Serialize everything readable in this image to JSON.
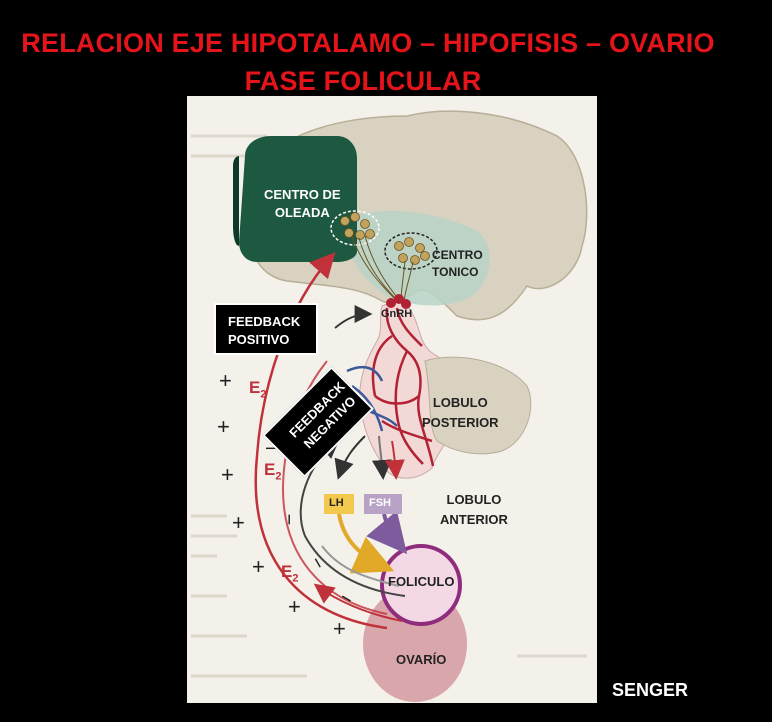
{
  "title_line1": "RELACION  EJE  HIPOTALAMO – HIPOFISIS – OVARIO",
  "title_line2": "FASE   FOLICULAR",
  "credit": "SENGER",
  "labels": {
    "centro_oleada": "CENTRO DE\nOLEADA",
    "centro_tonico": "CENTRO\nTONICO",
    "gnrh": "GnRH",
    "lobulo_posterior": "LOBULO\nPOSTERIOR",
    "lobulo_anterior": "LOBULO\nANTERIOR",
    "lh": "LH",
    "fsh": "FSH",
    "foliculo": "FOLICULO",
    "ovario": "OVARÍO",
    "feedback_positivo": "FEEDBACK\nPOSITIVO",
    "feedback_negativo": "FEEDBACK\nNEGATIVO",
    "e2": "E",
    "e2_sub": "2",
    "plus": "+",
    "minus": "−"
  },
  "colors": {
    "title": "#e5141b",
    "background": "#000000",
    "paper": "#f4f1ea",
    "hypothalamus": "#d9d2c1",
    "surge_center": "#1d5940",
    "tonic_center": "#b7d3c7",
    "ovary": "#d9a7ab",
    "follicle_ring": "#8e2d7d",
    "lh_box": "#f2c94c",
    "fsh_box": "#b8a3c6",
    "arrow_red": "#c0313a",
    "vessel_red": "#b22234",
    "vessel_blue": "#3c5a9a"
  }
}
